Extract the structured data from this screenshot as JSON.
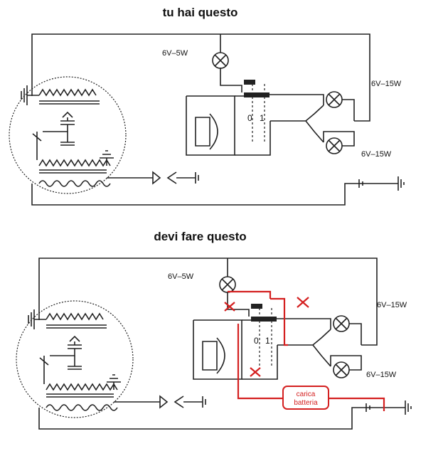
{
  "titles": {
    "top": "tu hai questo",
    "bottom": "devi fare questo"
  },
  "labels": {
    "lamp_small": "6V–5W",
    "lamp_big_upper": "6V–15W",
    "lamp_big_lower": "6V–15W",
    "switch_0": "0",
    "switch_1": "1"
  },
  "battery_box": {
    "line1": "carica",
    "line2": "batteria"
  },
  "colors": {
    "wire": "#222222",
    "modification": "#d42020"
  }
}
